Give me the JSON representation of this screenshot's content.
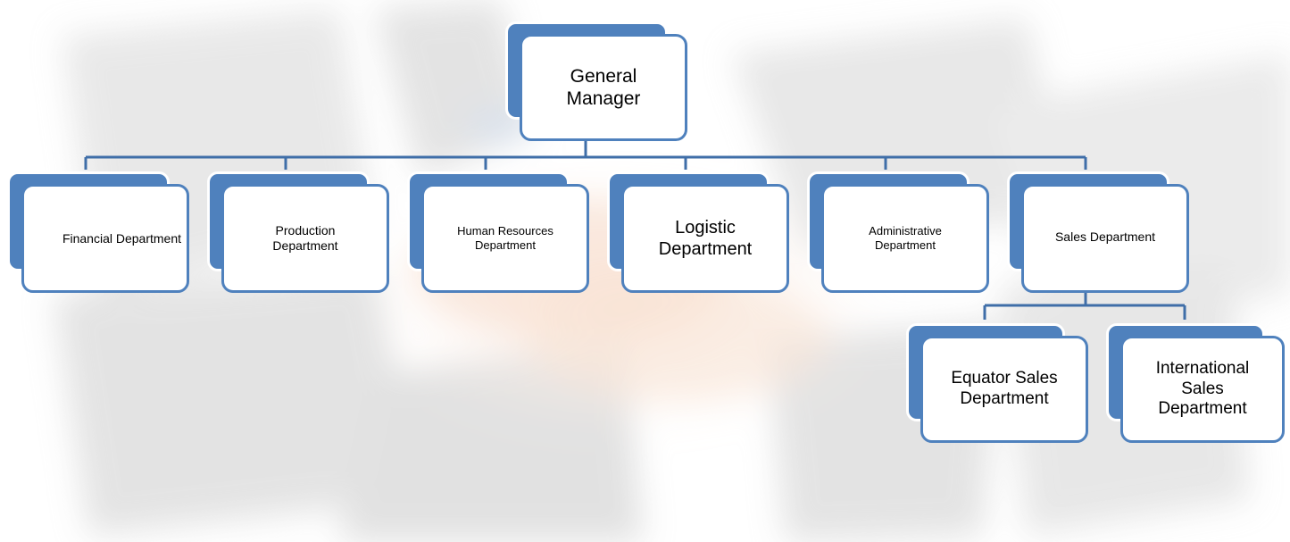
{
  "colors": {
    "accent": "#4f81bd",
    "connector": "#3f6ea8",
    "box_fill": "#ffffff",
    "text": "#000000"
  },
  "background_image": {
    "description_icon": "stacked-hands-photo"
  },
  "org_chart": {
    "root": {
      "label": "General Manager"
    },
    "departments": [
      {
        "label": "Financial Department"
      },
      {
        "label": "Production Department"
      },
      {
        "label": "Human Resources Department"
      },
      {
        "label": "Logistic Department"
      },
      {
        "label": "Administrative Department"
      },
      {
        "label": "Sales Department"
      }
    ],
    "sales_subdepartments": [
      {
        "label": "Equator Sales Department"
      },
      {
        "label": "International Sales Department"
      }
    ]
  }
}
